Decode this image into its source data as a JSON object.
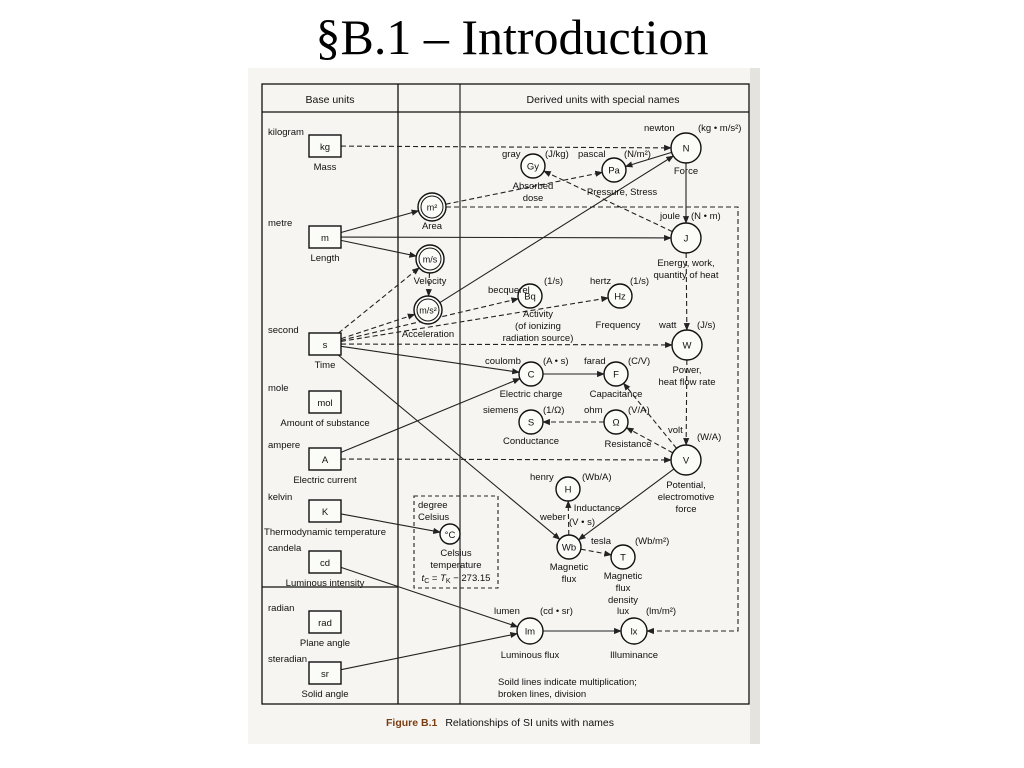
{
  "slide_title": "§B.1 – Introduction",
  "headers": {
    "base": "Base units",
    "derived": "Derived units with special names"
  },
  "base_units": [
    {
      "id": "kg",
      "name": "kilogram",
      "quantity": "Mass"
    },
    {
      "id": "m",
      "name": "metre",
      "quantity": "Length"
    },
    {
      "id": "s",
      "name": "second",
      "quantity": "Time"
    },
    {
      "id": "mol",
      "name": "mole",
      "quantity": "Amount of substance"
    },
    {
      "id": "A",
      "name": "ampere",
      "quantity": "Electric current"
    },
    {
      "id": "K",
      "name": "kelvin",
      "quantity": "Thermodynamic temperature"
    },
    {
      "id": "cd",
      "name": "candela",
      "quantity": "Luminous intensity"
    },
    {
      "id": "rad",
      "name": "radian",
      "quantity": "Plane angle"
    },
    {
      "id": "sr",
      "name": "steradian",
      "quantity": "Solid angle"
    }
  ],
  "intermediate": [
    {
      "id": "area",
      "symbol": "m²",
      "label": "Area"
    },
    {
      "id": "velocity",
      "symbol": "m/s",
      "label": "Velocity"
    },
    {
      "id": "acceleration",
      "symbol": "m/s²",
      "label": "Acceleration"
    }
  ],
  "derived": [
    {
      "id": "N",
      "symbol": "N",
      "name": "newton",
      "unit": "(kg • m/s²)",
      "label": [
        "Force"
      ]
    },
    {
      "id": "Gy",
      "symbol": "Gy",
      "name": "gray",
      "unit": "(J/kg)",
      "label": [
        "Absorbed",
        "dose"
      ]
    },
    {
      "id": "Pa",
      "symbol": "Pa",
      "name": "pascal",
      "unit": "(N/m²)",
      "label": [
        "Pressure,    Stress"
      ]
    },
    {
      "id": "J",
      "symbol": "J",
      "name": "joule",
      "unit": "(N • m)",
      "label": [
        "Energy, work,",
        "quantity of heat"
      ]
    },
    {
      "id": "Bq",
      "symbol": "Bq",
      "name": "becquerel",
      "unit": "(1/s)",
      "label": [
        "Activity",
        "(of ionizing",
        "radiation source)"
      ]
    },
    {
      "id": "Hz",
      "symbol": "Hz",
      "name": "hertz",
      "unit": "(1/s)",
      "label": [
        "Frequency"
      ]
    },
    {
      "id": "W",
      "symbol": "W",
      "name": "watt",
      "unit": "(J/s)",
      "label": [
        "Power,",
        "heat flow rate"
      ]
    },
    {
      "id": "C",
      "symbol": "C",
      "name": "coulomb",
      "unit": "(A • s)",
      "label": [
        "Electric charge"
      ]
    },
    {
      "id": "F",
      "symbol": "F",
      "name": "farad",
      "unit": "(C/V)",
      "label": [
        "Capacitance"
      ]
    },
    {
      "id": "S",
      "symbol": "S",
      "name": "siemens",
      "unit": "(1/Ω)",
      "label": [
        "Conductance"
      ]
    },
    {
      "id": "ohm",
      "symbol": "Ω",
      "name": "ohm",
      "unit": "(V/A)",
      "label": [
        "Resistance"
      ]
    },
    {
      "id": "V",
      "symbol": "V",
      "name": "volt",
      "unit": "(W/A)",
      "label": [
        "Potential,",
        "electromotive",
        "force"
      ]
    },
    {
      "id": "H",
      "symbol": "H",
      "name": "henry",
      "unit": "(Wb/A)",
      "label": [
        "Inductance"
      ]
    },
    {
      "id": "Wb",
      "symbol": "Wb",
      "name": "weber",
      "unit": "(V • s)",
      "label": [
        "Magnetic",
        "flux"
      ]
    },
    {
      "id": "T",
      "symbol": "T",
      "name": "tesla",
      "unit": "(Wb/m²)",
      "label": [
        "Magnetic",
        "flux",
        "density"
      ]
    },
    {
      "id": "lm",
      "symbol": "lm",
      "name": "lumen",
      "unit": "(cd • sr)",
      "label": [
        "Luminous flux"
      ]
    },
    {
      "id": "lx",
      "symbol": "lx",
      "name": "lux",
      "unit": "(lm/m²)",
      "label": [
        "Illuminance"
      ]
    }
  ],
  "celsius": {
    "box_title": [
      "degree",
      "Celsius"
    ],
    "symbol": "°C",
    "label": [
      "Celsius",
      "temperature"
    ],
    "formula": "tC = Tk − 273.15",
    "formula_parts": {
      "t": "t",
      "sub_c": "C",
      "eq": " = ",
      "T": "T",
      "sub_k": "K",
      "rest": " − 273.15"
    }
  },
  "legend": [
    "Soild lines indicate multiplication;",
    "broken lines, division"
  ],
  "caption": {
    "label": "Figure B.1",
    "text": "Relationships of SI units with names"
  },
  "edges": [
    {
      "from": "kg",
      "to": "N",
      "style": "dashed"
    },
    {
      "from": "m",
      "to": "area",
      "style": "solid"
    },
    {
      "from": "m",
      "to": "velocity",
      "style": "solid"
    },
    {
      "from": "m",
      "to": "J",
      "style": "solid"
    },
    {
      "from": "s",
      "to": "velocity",
      "style": "dashed"
    },
    {
      "from": "s",
      "to": "acceleration",
      "style": "dashed"
    },
    {
      "from": "s",
      "to": "Bq",
      "style": "dashed"
    },
    {
      "from": "s",
      "to": "Hz",
      "style": "dashed"
    },
    {
      "from": "s",
      "to": "W",
      "style": "dashed"
    },
    {
      "from": "s",
      "to": "C",
      "style": "solid"
    },
    {
      "from": "s",
      "to": "Wb",
      "style": "solid"
    },
    {
      "from": "A",
      "to": "C",
      "style": "solid"
    },
    {
      "from": "A",
      "to": "V",
      "style": "dashed"
    },
    {
      "from": "K",
      "to": "celsius",
      "style": "solid"
    },
    {
      "from": "cd",
      "to": "lm",
      "style": "solid"
    },
    {
      "from": "sr",
      "to": "lm",
      "style": "solid"
    },
    {
      "from": "lm",
      "to": "lx",
      "style": "solid"
    },
    {
      "from": "velocity",
      "to": "acceleration",
      "style": "dashed"
    },
    {
      "from": "acceleration",
      "to": "N",
      "style": "solid"
    },
    {
      "from": "area",
      "to": "Pa",
      "style": "dashed"
    },
    {
      "from": "N",
      "to": "Pa",
      "style": "solid"
    },
    {
      "from": "N",
      "to": "J",
      "style": "solid"
    },
    {
      "from": "J",
      "to": "Gy",
      "style": "dashed"
    },
    {
      "from": "J",
      "to": "W",
      "style": "dashed"
    },
    {
      "from": "W",
      "to": "V",
      "style": "dashed"
    },
    {
      "from": "C",
      "to": "F",
      "style": "solid"
    },
    {
      "from": "V",
      "to": "F",
      "style": "dashed"
    },
    {
      "from": "V",
      "to": "ohm",
      "style": "dashed"
    },
    {
      "from": "ohm",
      "to": "S",
      "style": "dashed"
    },
    {
      "from": "V",
      "to": "Wb",
      "style": "solid"
    },
    {
      "from": "Wb",
      "to": "H",
      "style": "dashed"
    },
    {
      "from": "Wb",
      "to": "T",
      "style": "dashed"
    },
    {
      "from": "area",
      "to": "lx",
      "style": "dashed"
    }
  ]
}
